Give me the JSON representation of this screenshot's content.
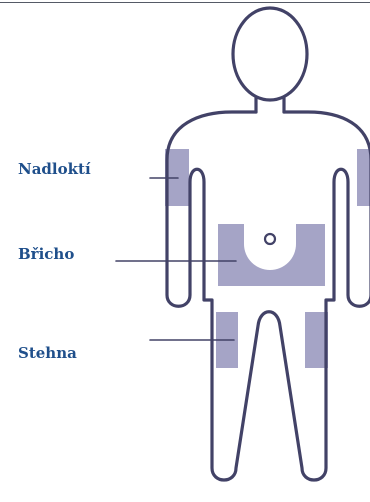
{
  "diagram": {
    "labels": {
      "upper_arm": "Nadloktí",
      "abdomen": "Břicho",
      "thigh": "Stehna"
    },
    "colors": {
      "outline": "#424267",
      "zone_fill": "#a5a4c6",
      "label_text": "#1f4f8b",
      "background": "#ffffff"
    },
    "icons": [
      "navel-icon"
    ]
  }
}
